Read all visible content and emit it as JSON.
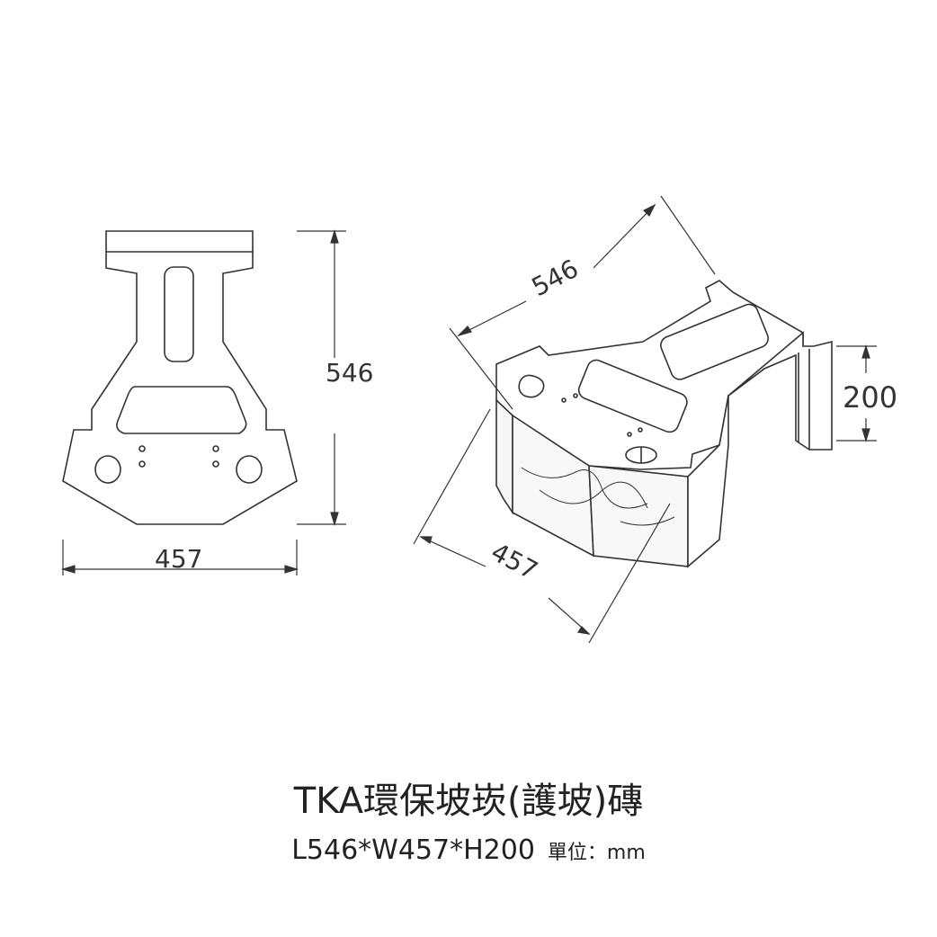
{
  "plan_view": {
    "length_label": "546",
    "width_label": "457"
  },
  "iso_view": {
    "length_label": "546",
    "width_label": "457",
    "height_label": "200"
  },
  "caption": {
    "title": "TKA環保坡崁(護坡)磚",
    "dimensions": "L546*W457*H200",
    "unit": "單位：mm"
  }
}
